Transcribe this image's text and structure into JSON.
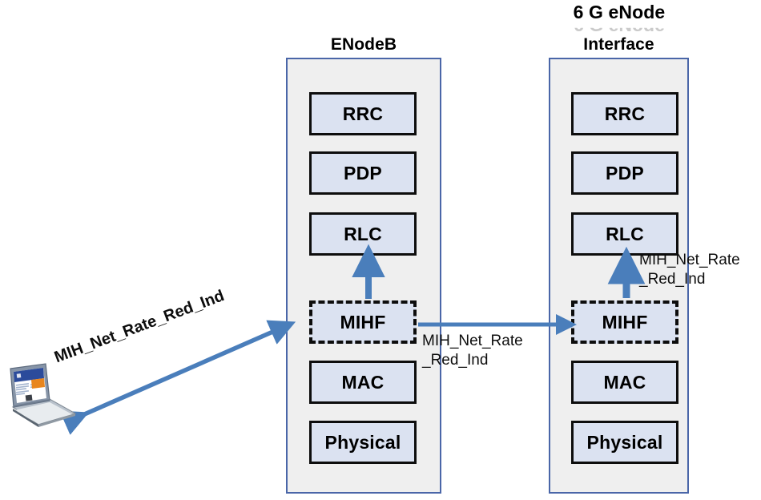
{
  "diagram": {
    "title_hidden": "B",
    "stacks": [
      {
        "id": "enodeb",
        "title": "ENodeB",
        "layers": [
          {
            "name": "RRC",
            "style": "solid"
          },
          {
            "name": "PDP",
            "style": "solid"
          },
          {
            "name": "RLC",
            "style": "solid"
          },
          {
            "name": "MIHF",
            "style": "dashed"
          },
          {
            "name": "MAC",
            "style": "solid"
          },
          {
            "name": "Physical",
            "style": "solid"
          }
        ]
      },
      {
        "id": "6g-enode-interface",
        "title_line1": "6 G eNode",
        "title_line2": "Interface",
        "layers": [
          {
            "name": "RRC",
            "style": "solid"
          },
          {
            "name": "PDP",
            "style": "solid"
          },
          {
            "name": "RLC",
            "style": "solid"
          },
          {
            "name": "MIHF",
            "style": "dashed"
          },
          {
            "name": "MAC",
            "style": "solid"
          },
          {
            "name": "Physical",
            "style": "solid"
          }
        ]
      }
    ],
    "messages": {
      "diagonal": "MIH_Net_Rate_Red_Ind",
      "middle_line1": "MIH_Net_Rate",
      "middle_line2": "_Red_Ind",
      "right_line1": "MIH_Net_Rate",
      "right_line2": "_Red_Ind"
    },
    "colors": {
      "arrow_blue": "#4a7ebb",
      "container_border": "#4a66a8",
      "container_fill": "#efefef",
      "layer_fill": "#dbe2f1",
      "layer_border": "#0d0d0d",
      "text": "#0d0d0d"
    },
    "device": {
      "name": "laptop",
      "icon": "laptop-icon"
    }
  }
}
